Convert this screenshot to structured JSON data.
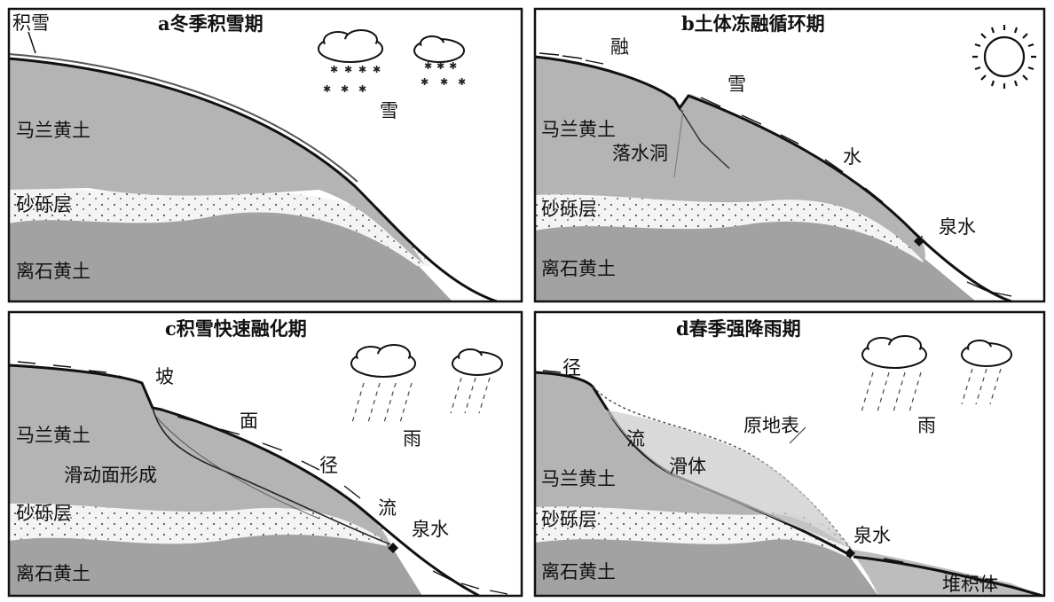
{
  "panels": [
    {
      "title": "a冬季积雪期",
      "labels": {
        "snow_layer": "积雪",
        "upper_loess": "马兰黄土",
        "gravel": "砂砾层",
        "lower_loess": "离石黄土",
        "snow": "雪"
      }
    },
    {
      "title": "b土体冻融循环期",
      "labels": {
        "melt_1": "融",
        "melt_2": "雪",
        "melt_3": "水",
        "upper_loess": "马兰黄土",
        "sinkhole": "落水洞",
        "gravel": "砂砾层",
        "spring": "泉水",
        "lower_loess": "离石黄土"
      }
    },
    {
      "title": "c积雪快速融化期",
      "labels": {
        "flow_1": "坡",
        "flow_2": "面",
        "flow_3": "径",
        "flow_4": "流",
        "upper_loess": "马兰黄土",
        "slip_surface": "滑动面形成",
        "gravel": "砂砾层",
        "spring": "泉水",
        "lower_loess": "离石黄土",
        "rain": "雨"
      }
    },
    {
      "title": "d春季强降雨期",
      "labels": {
        "flow_1": "径",
        "flow_2": "流",
        "original_surface": "原地表",
        "slide_body": "滑体",
        "upper_loess": "马兰黄土",
        "gravel": "砂砾层",
        "spring": "泉水",
        "lower_loess": "离石黄土",
        "deposit": "堆积体",
        "rain": "雨"
      }
    }
  ],
  "colors": {
    "upper_loess": "#b4b4b4",
    "lower_loess": "#a2a2a2",
    "gravel": "#f4f4f4",
    "ink": "#111111"
  },
  "icons": {
    "sun": "sun-icon",
    "cloud": "cloud-icon"
  }
}
